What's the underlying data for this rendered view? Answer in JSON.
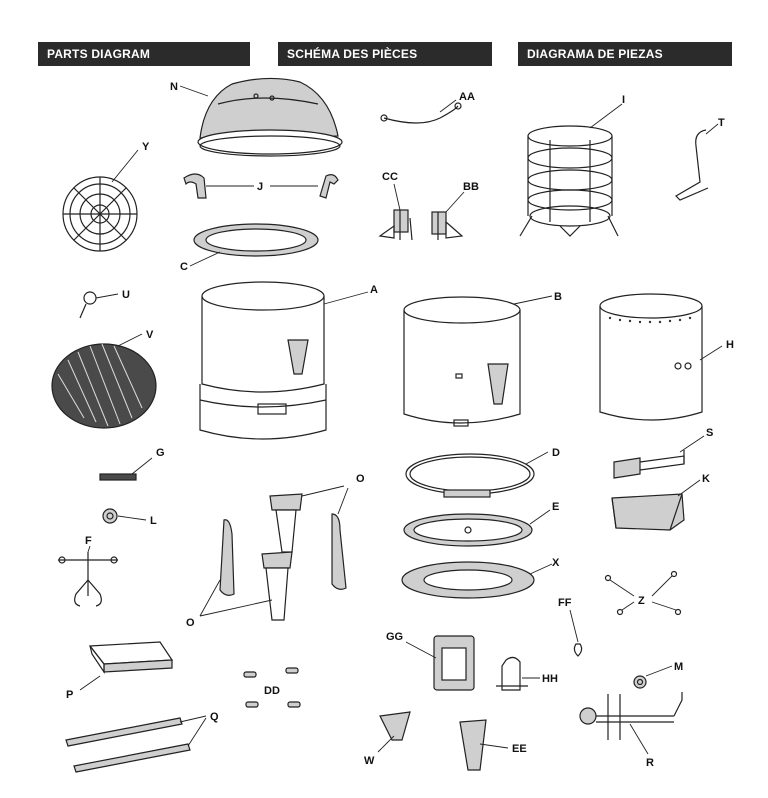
{
  "headers": {
    "english": "PARTS DIAGRAM",
    "french": "SCHÉMA DES PIÈCES",
    "spanish": "DIAGRAMA DE PIEZAS"
  },
  "labels": {
    "N": "N",
    "AA": "AA",
    "I": "I",
    "T": "T",
    "Y": "Y",
    "J": "J",
    "CC": "CC",
    "BB": "BB",
    "C": "C",
    "A": "A",
    "B": "B",
    "H": "H",
    "U": "U",
    "V": "V",
    "G": "G",
    "O1": "O",
    "O2": "O",
    "L": "L",
    "F": "F",
    "D": "D",
    "E": "E",
    "S": "S",
    "K": "K",
    "X": "X",
    "FF": "FF",
    "Z": "Z",
    "GG": "GG",
    "HH": "HH",
    "M": "M",
    "P": "P",
    "Q": "Q",
    "DD": "DD",
    "W": "W",
    "EE": "EE",
    "R": "R"
  }
}
